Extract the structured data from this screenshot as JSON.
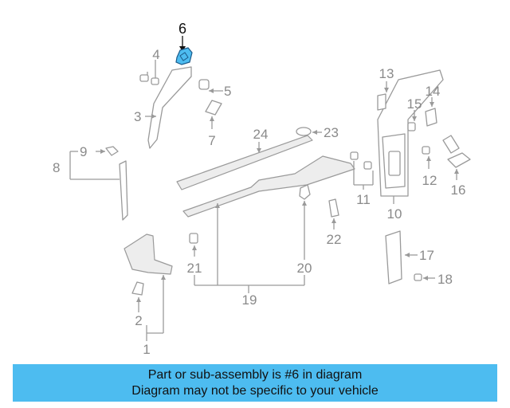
{
  "diagram": {
    "callouts": [
      "1",
      "2",
      "3",
      "4",
      "5",
      "6",
      "7",
      "8",
      "9",
      "10",
      "11",
      "12",
      "13",
      "14",
      "15",
      "16",
      "17",
      "18",
      "19",
      "20",
      "21",
      "22",
      "23",
      "24"
    ],
    "highlighted_part": "6",
    "highlight_color": "#4dbcf0"
  },
  "banner": {
    "line1": "Part or sub-assembly is #6 in diagram",
    "line2": "Diagram may not be specific to your vehicle",
    "background": "#4dbcf0"
  }
}
